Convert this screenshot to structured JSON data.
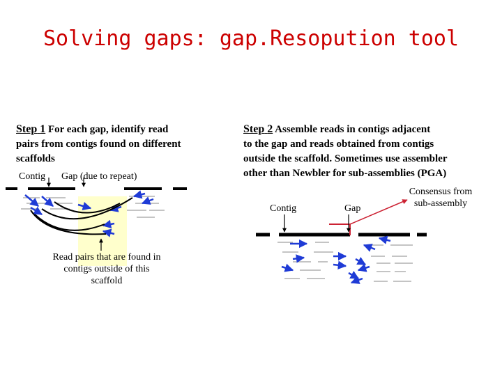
{
  "title": "Solving gaps: gap.Resopution tool",
  "step1": {
    "label": "Step",
    "number": "1",
    "text_line1": "For each gap, identify read",
    "text_line2": "pairs from contigs found on different",
    "text_line3": "scaffolds"
  },
  "step2": {
    "label": "Step",
    "number": "2",
    "text_line1": "Assemble reads in contigs adjacent",
    "text_line2": "to the gap and reads obtained from contigs",
    "text_line3": "outside the scaffold. Sometimes use assembler",
    "text_line4": "other than Newbler for sub-assemblies (PGA)"
  },
  "left_diagram": {
    "contig_label": "Contig",
    "gap_label": "Gap (due to repeat)",
    "caption_line1": "Read pairs that are found in",
    "caption_line2": "contigs outside of this",
    "caption_line3": "scaffold"
  },
  "right_diagram": {
    "contig_label": "Contig",
    "gap_label": "Gap",
    "consensus_line1": "Consensus from",
    "consensus_line2": "sub-assembly"
  },
  "colors": {
    "title": "#cc0000",
    "reads": "#1f3bd6",
    "consensus": "#cc2233",
    "highlight": "#ffffcc"
  }
}
